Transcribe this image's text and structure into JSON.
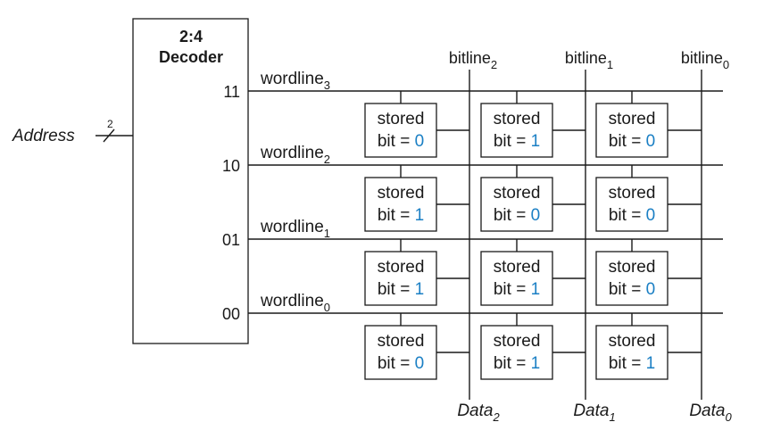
{
  "decoder": {
    "title_line1": "2:4",
    "title_line2": "Decoder",
    "outputs": [
      "11",
      "10",
      "01",
      "00"
    ]
  },
  "address": {
    "label": "Address",
    "bus_width": "2"
  },
  "wordlines": [
    {
      "base": "wordline",
      "sub": "3"
    },
    {
      "base": "wordline",
      "sub": "2"
    },
    {
      "base": "wordline",
      "sub": "1"
    },
    {
      "base": "wordline",
      "sub": "0"
    }
  ],
  "bitlines": [
    {
      "base": "bitline",
      "sub": "2"
    },
    {
      "base": "bitline",
      "sub": "1"
    },
    {
      "base": "bitline",
      "sub": "0"
    }
  ],
  "data_outputs": [
    {
      "base": "Data",
      "sub": "2"
    },
    {
      "base": "Data",
      "sub": "1"
    },
    {
      "base": "Data",
      "sub": "0"
    }
  ],
  "cell": {
    "line1": "stored",
    "line2_prefix": "bit = "
  },
  "stored_bits": [
    [
      "0",
      "1",
      "0"
    ],
    [
      "1",
      "0",
      "0"
    ],
    [
      "1",
      "1",
      "0"
    ],
    [
      "0",
      "1",
      "1"
    ]
  ],
  "colors": {
    "line": "#1a1a1a",
    "bit_value": "#1a7fc4"
  }
}
